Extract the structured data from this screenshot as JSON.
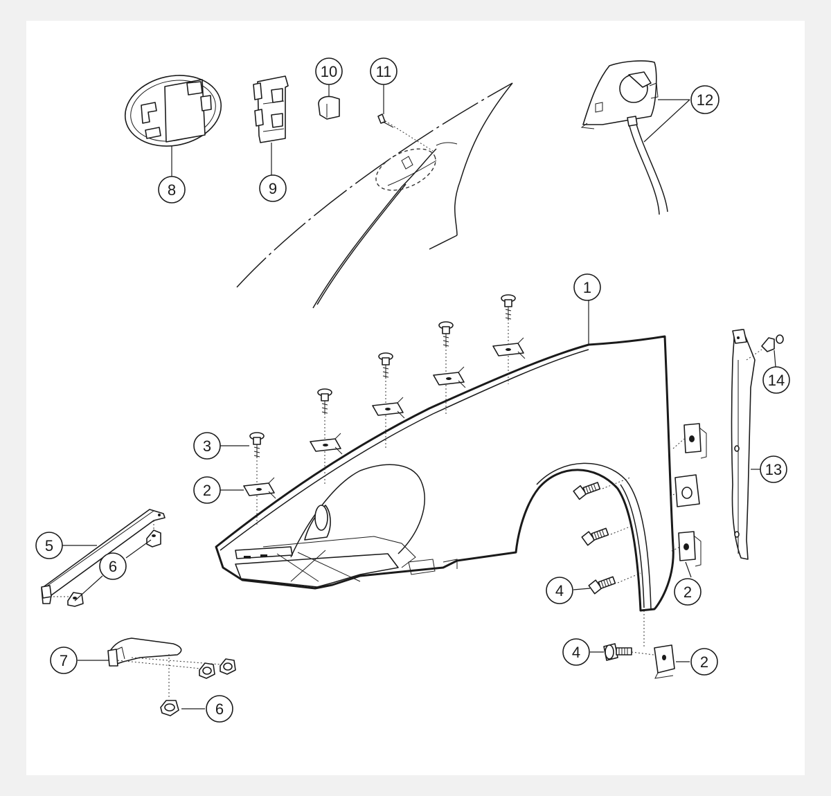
{
  "diagram": {
    "callouts": [
      {
        "id": "c1",
        "label": "1"
      },
      {
        "id": "c2a",
        "label": "2"
      },
      {
        "id": "c2b",
        "label": "2"
      },
      {
        "id": "c2c",
        "label": "2"
      },
      {
        "id": "c3",
        "label": "3"
      },
      {
        "id": "c4a",
        "label": "4"
      },
      {
        "id": "c4b",
        "label": "4"
      },
      {
        "id": "c5",
        "label": "5"
      },
      {
        "id": "c6a",
        "label": "6"
      },
      {
        "id": "c6b",
        "label": "6"
      },
      {
        "id": "c7",
        "label": "7"
      },
      {
        "id": "c8",
        "label": "8"
      },
      {
        "id": "c9",
        "label": "9"
      },
      {
        "id": "c10",
        "label": "10"
      },
      {
        "id": "c11",
        "label": "11"
      },
      {
        "id": "c12",
        "label": "12"
      },
      {
        "id": "c13",
        "label": "13"
      },
      {
        "id": "c14",
        "label": "14"
      }
    ]
  }
}
